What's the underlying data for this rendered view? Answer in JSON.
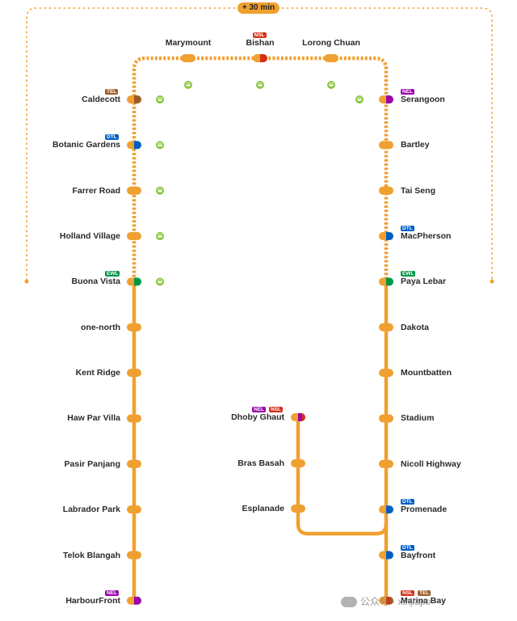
{
  "loop_time": "+ 30 min",
  "top_stations": [
    {
      "name": "Marymount"
    },
    {
      "name": "Bishan",
      "badges": [
        {
          "text": "NSL",
          "color": "#d42e12"
        }
      ]
    },
    {
      "name": "Lorong Chuan"
    }
  ],
  "left_stations": [
    {
      "name": "Caldecott",
      "badges": [
        {
          "text": "TEL",
          "color": "#9d5b25"
        }
      ]
    },
    {
      "name": "Botanic Gardens",
      "badges": [
        {
          "text": "DTL",
          "color": "#005ec4"
        }
      ]
    },
    {
      "name": "Farrer Road"
    },
    {
      "name": "Holland Village"
    },
    {
      "name": "Buona Vista",
      "badges": [
        {
          "text": "EWL",
          "color": "#009645"
        }
      ]
    },
    {
      "name": "one-north"
    },
    {
      "name": "Kent Ridge"
    },
    {
      "name": "Haw Par Villa"
    },
    {
      "name": "Pasir Panjang"
    },
    {
      "name": "Labrador Park"
    },
    {
      "name": "Telok Blangah"
    },
    {
      "name": "HarbourFront",
      "badges": [
        {
          "text": "NEL",
          "color": "#9900aa"
        }
      ]
    }
  ],
  "right_stations": [
    {
      "name": "Serangoon",
      "badges": [
        {
          "text": "NEL",
          "color": "#9900aa"
        }
      ]
    },
    {
      "name": "Bartley"
    },
    {
      "name": "Tai Seng"
    },
    {
      "name": "MacPherson",
      "badges": [
        {
          "text": "DTL",
          "color": "#005ec4"
        }
      ]
    },
    {
      "name": "Paya Lebar",
      "badges": [
        {
          "text": "EWL",
          "color": "#009645"
        }
      ]
    },
    {
      "name": "Dakota"
    },
    {
      "name": "Mountbatten"
    },
    {
      "name": "Stadium"
    },
    {
      "name": "Nicoll Highway"
    },
    {
      "name": "Promenade",
      "badges": [
        {
          "text": "DTL",
          "color": "#005ec4"
        }
      ]
    },
    {
      "name": "Bayfront",
      "badges": [
        {
          "text": "DTL",
          "color": "#005ec4"
        }
      ]
    },
    {
      "name": "Marina Bay",
      "badges": [
        {
          "text": "NSL",
          "color": "#d42e12"
        },
        {
          "text": "TEL",
          "color": "#9d5b25"
        }
      ]
    }
  ],
  "extension_stations": [
    {
      "name": "Dhoby Ghaut",
      "badges": [
        {
          "text": "NEL",
          "color": "#9900aa"
        },
        {
          "text": "NSL",
          "color": "#d42e12"
        }
      ]
    },
    {
      "name": "Bras Basah"
    },
    {
      "name": "Esplanade"
    }
  ],
  "watermark": "公众号 · xinjiapo",
  "colors": {
    "line": "#f0a030",
    "TEL": "#9d5b25",
    "DTL": "#005ec4",
    "EWL": "#009645",
    "NEL": "#9900aa",
    "NSL": "#d42e12",
    "bus": "#8bc63f"
  }
}
